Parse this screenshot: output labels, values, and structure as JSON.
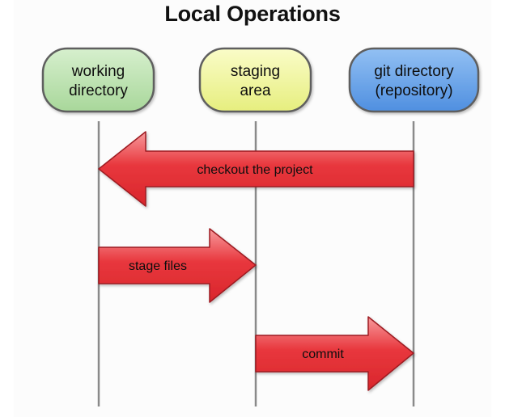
{
  "title": "Local Operations",
  "nodes": [
    {
      "id": "working",
      "lines": [
        "working",
        "directory"
      ],
      "fill": "#bfe3b4",
      "stroke": "#5e5e5e"
    },
    {
      "id": "staging",
      "lines": [
        "staging",
        "area"
      ],
      "fill": "#f2f7a4",
      "stroke": "#5e5e5e"
    },
    {
      "id": "repo",
      "lines": [
        "git directory",
        "(repository)"
      ],
      "fill": "#6fa7ea",
      "stroke": "#5e5e5e"
    }
  ],
  "arrows": [
    {
      "label": "checkout the project",
      "from": "repo",
      "to": "working"
    },
    {
      "label": "stage files",
      "from": "working",
      "to": "staging"
    },
    {
      "label": "commit",
      "from": "staging",
      "to": "repo"
    }
  ],
  "colors": {
    "arrow_fill": "#e8373d",
    "arrow_light": "#f79a9c",
    "arrow_stroke": "#9e1c22",
    "lifeline": "#8a8a8a"
  }
}
